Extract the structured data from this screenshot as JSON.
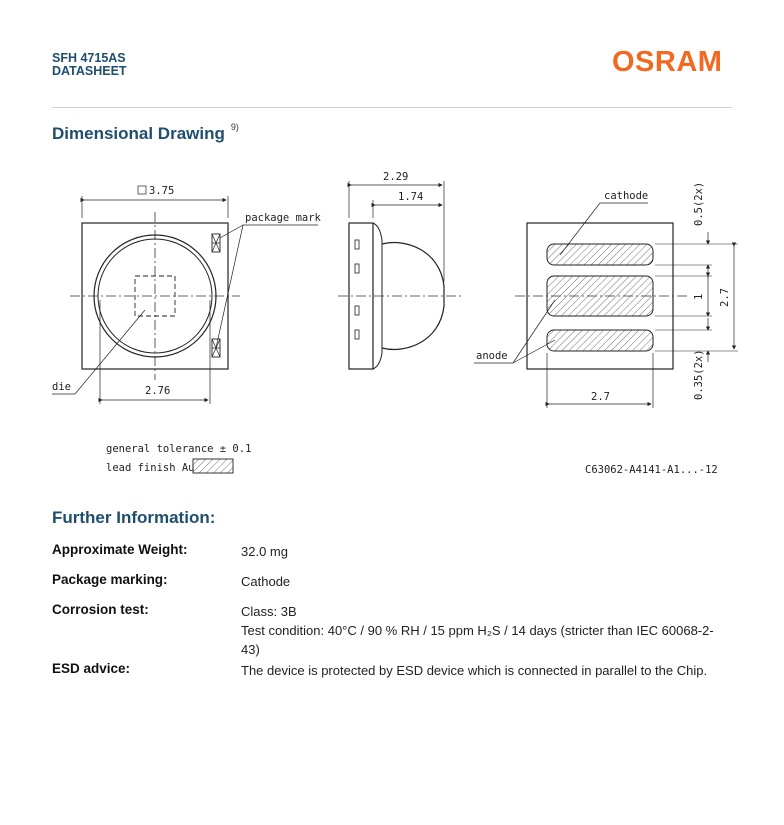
{
  "header": {
    "product": "SFH 4715AS",
    "doc_type": "DATASHEET",
    "brand_logo": "OSRAM",
    "brand_color": "#f26a21",
    "title_color": "#1f4e6e"
  },
  "section_drawing": {
    "title": "Dimensional Drawing",
    "footnote": "9)"
  },
  "drawing": {
    "dim_square": "3.75",
    "package_mark": "package mark",
    "die": "die",
    "dim_276": "2.76",
    "dim_229": "2.29",
    "dim_174": "1.74",
    "cathode": "cathode",
    "anode": "anode",
    "dim_05": "0.5(2x)",
    "dim_035": "0.35(2x)",
    "dim_1": "1",
    "dim_27v": "2.7",
    "dim_27h": "2.7",
    "tolerance": "general tolerance ± 0.1",
    "lead_finish": "lead finish Au",
    "drawing_no": "C63062-A4141-A1...-12"
  },
  "section_info": {
    "title": "Further Information:"
  },
  "info": [
    {
      "label": "Approximate Weight:",
      "lines": [
        "32.0 mg"
      ]
    },
    {
      "label": "Package marking:",
      "lines": [
        "Cathode"
      ]
    },
    {
      "label": "Corrosion test:",
      "lines": [
        "Class: 3B",
        "Test condition: 40°C / 90 % RH / 15 ppm H₂S / 14 days (stricter than IEC 60068-2-43)"
      ]
    },
    {
      "label": "ESD advice:",
      "lines": [
        "The device is protected by ESD device which is connected in parallel to the Chip."
      ]
    }
  ]
}
